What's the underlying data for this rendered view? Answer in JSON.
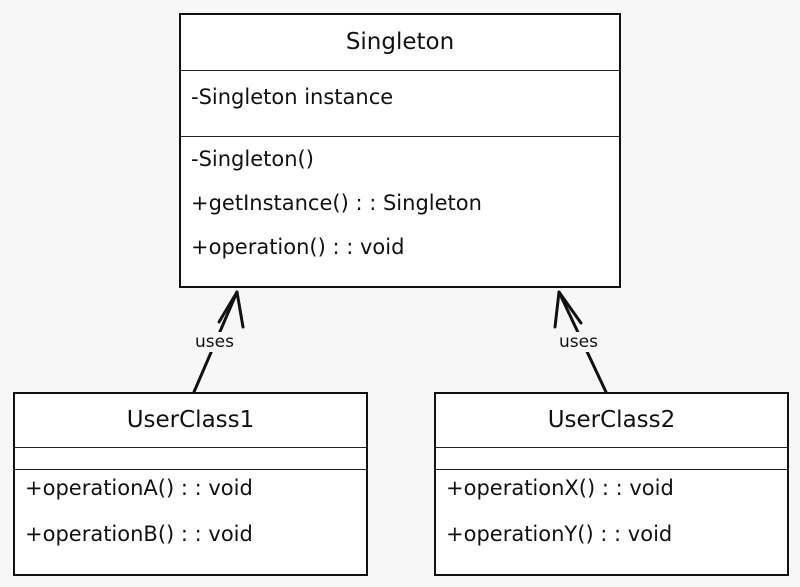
{
  "classes": {
    "singleton": {
      "name": "Singleton",
      "attributes": [
        "-Singleton instance"
      ],
      "operations": [
        "-Singleton()",
        "+getInstance() : : Singleton",
        "+operation() : : void"
      ]
    },
    "userclass1": {
      "name": "UserClass1",
      "attributes": [],
      "operations": [
        "+operationA() : : void",
        "+operationB() : : void"
      ]
    },
    "userclass2": {
      "name": "UserClass2",
      "attributes": [],
      "operations": [
        "+operationX() : : void",
        "+operationY() : : void"
      ]
    }
  },
  "relations": [
    {
      "from": "UserClass1",
      "to": "Singleton",
      "label": "uses"
    },
    {
      "from": "UserClass2",
      "to": "Singleton",
      "label": "uses"
    }
  ],
  "colors": {
    "stroke": "#111111",
    "background": "#f7f7f7",
    "box_fill": "#ffffff"
  }
}
